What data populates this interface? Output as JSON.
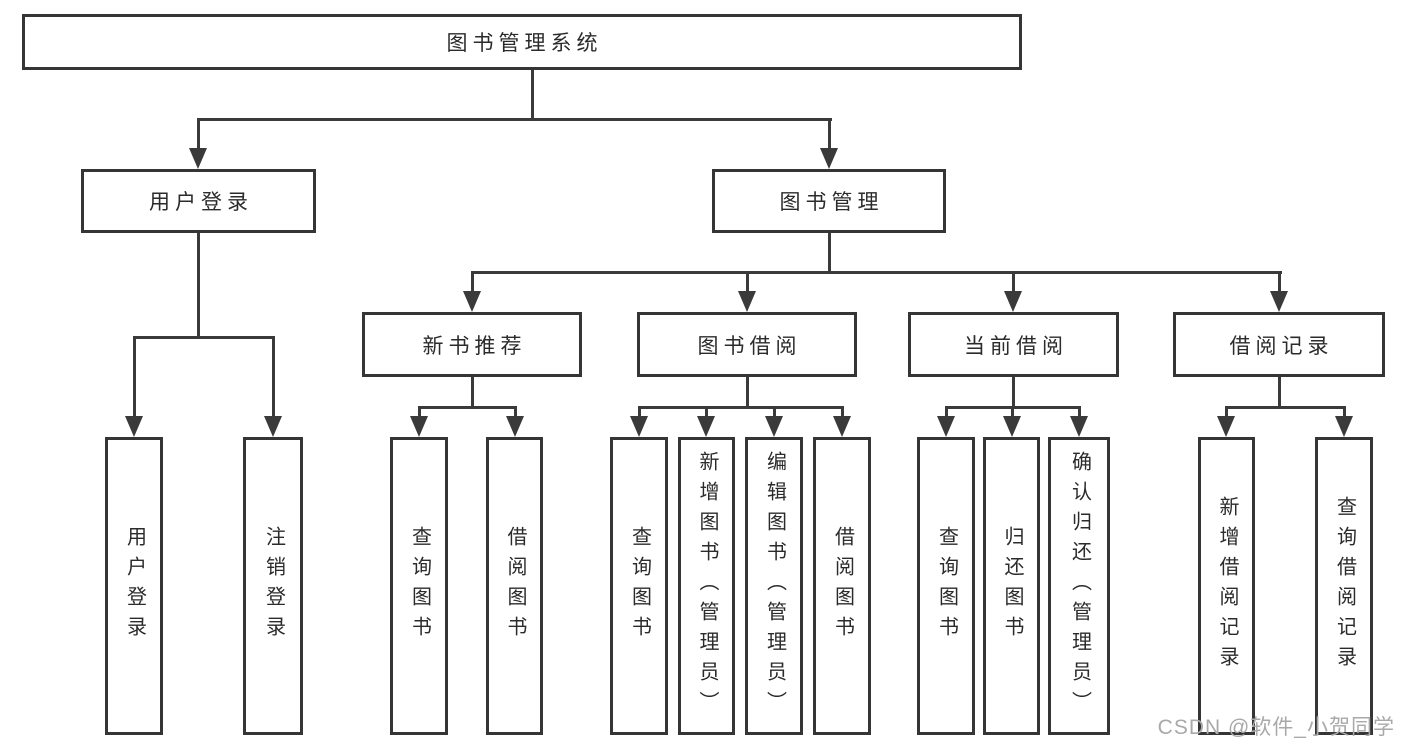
{
  "colors": {
    "background": "#ffffff",
    "line": "#3a3a3a",
    "border": "#353535",
    "text": "#2b2b2b",
    "watermark": "#a9a9a9"
  },
  "root": {
    "label": "图书管理系统"
  },
  "branches": [
    {
      "label": "用户登录",
      "children": [
        {
          "label": "用户登录"
        },
        {
          "label": "注销登录"
        }
      ]
    },
    {
      "label": "图书管理",
      "children": [
        {
          "label": "新书推荐",
          "children": [
            {
              "label": "查询图书"
            },
            {
              "label": "借阅图书"
            }
          ]
        },
        {
          "label": "图书借阅",
          "children": [
            {
              "label": "查询图书"
            },
            {
              "label": "新增图书（管理员）"
            },
            {
              "label": "编辑图书（管理员）"
            },
            {
              "label": "借阅图书"
            }
          ]
        },
        {
          "label": "当前借阅",
          "children": [
            {
              "label": "查询图书"
            },
            {
              "label": "归还图书"
            },
            {
              "label": "确认归还（管理员）"
            }
          ]
        },
        {
          "label": "借阅记录",
          "children": [
            {
              "label": "新增借阅记录"
            },
            {
              "label": "查询借阅记录"
            }
          ]
        }
      ]
    }
  ],
  "watermark": {
    "text": "CSDN @软件_小贺同学"
  }
}
